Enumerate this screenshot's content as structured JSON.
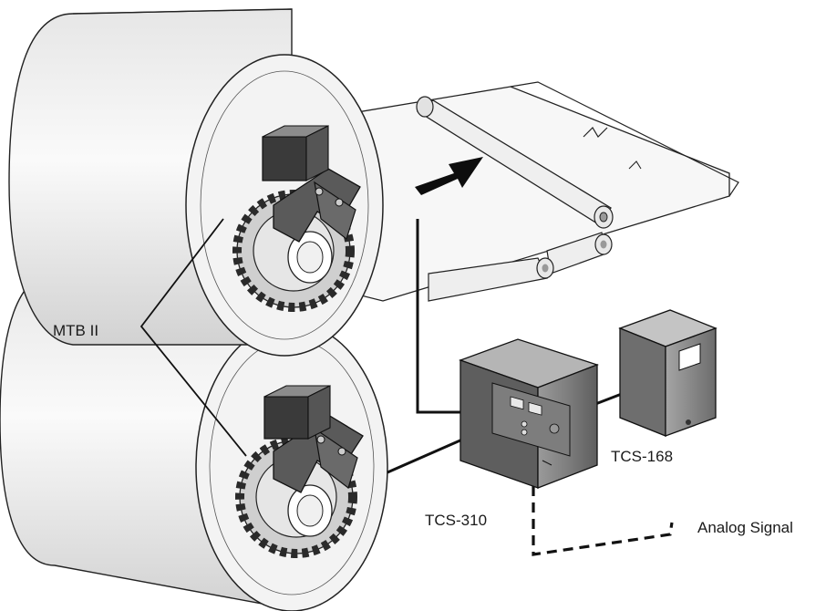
{
  "labels": {
    "mtb": "MTB II",
    "tcs310": "TCS-310",
    "tcs168": "TCS-168",
    "analog": "Analog Signal"
  },
  "icons": [
    "web-direction-arrow-icon"
  ],
  "colors": {
    "roll_fill": "#f2f2f2",
    "line": "#111111",
    "control_box": "#8a8a8a",
    "brake_dark": "#3a3a3a"
  }
}
